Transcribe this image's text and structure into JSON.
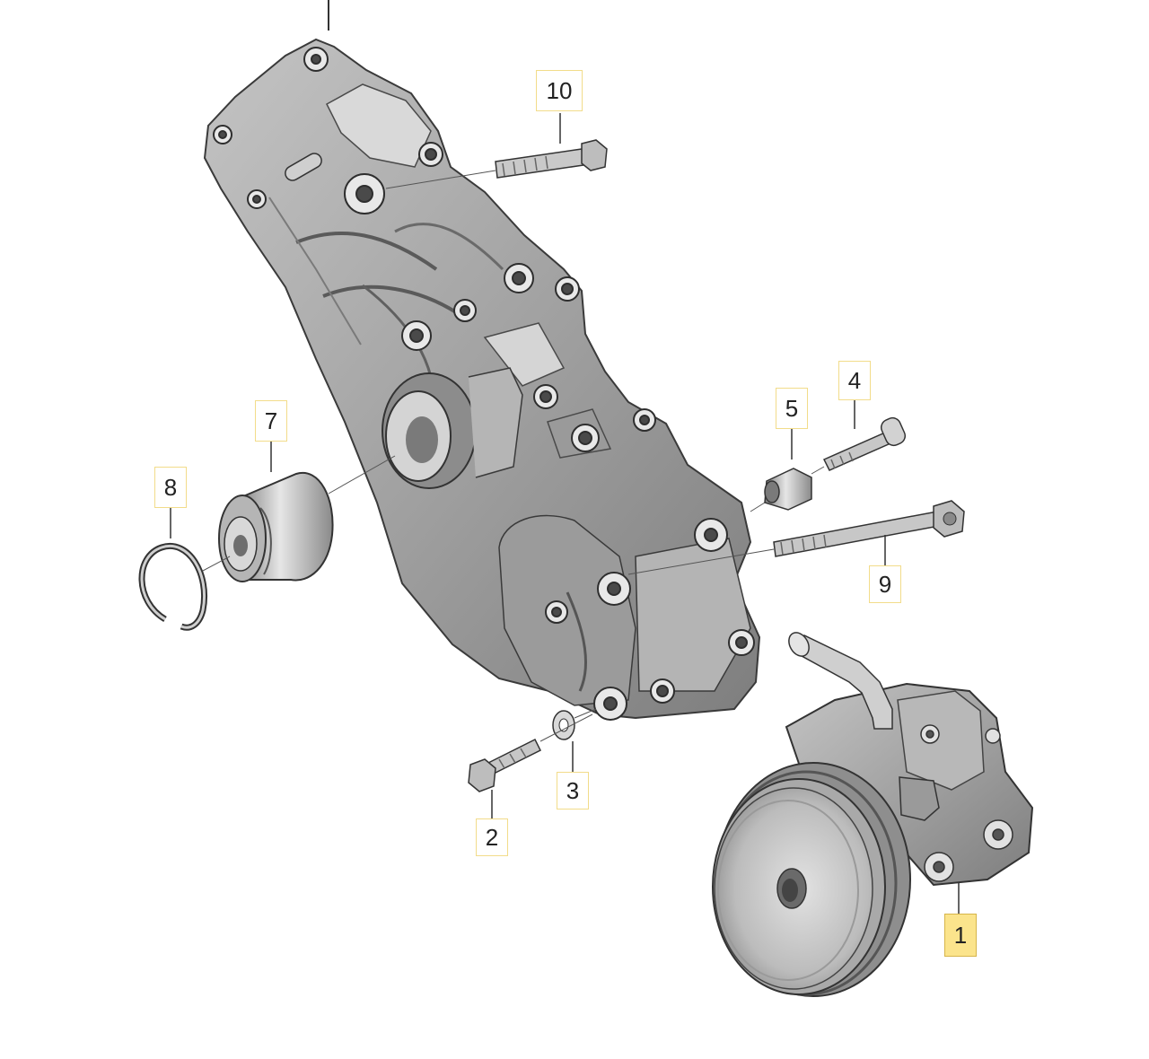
{
  "diagram": {
    "colors": {
      "part_fill": "#a9a9a9",
      "part_dark": "#6f6f6f",
      "part_light": "#d7d7d7",
      "outline": "#3a3a3a",
      "callout_border": "#f2dc8a",
      "callout_selected_fill": "#fbe48c"
    },
    "callouts": [
      {
        "id": "1",
        "label": "1",
        "selected": true
      },
      {
        "id": "2",
        "label": "2",
        "selected": false
      },
      {
        "id": "3",
        "label": "3",
        "selected": false
      },
      {
        "id": "4",
        "label": "4",
        "selected": false
      },
      {
        "id": "5",
        "label": "5",
        "selected": false
      },
      {
        "id": "7",
        "label": "7",
        "selected": false
      },
      {
        "id": "8",
        "label": "8",
        "selected": false
      },
      {
        "id": "9",
        "label": "9",
        "selected": false
      },
      {
        "id": "10",
        "label": "10",
        "selected": false
      }
    ]
  }
}
